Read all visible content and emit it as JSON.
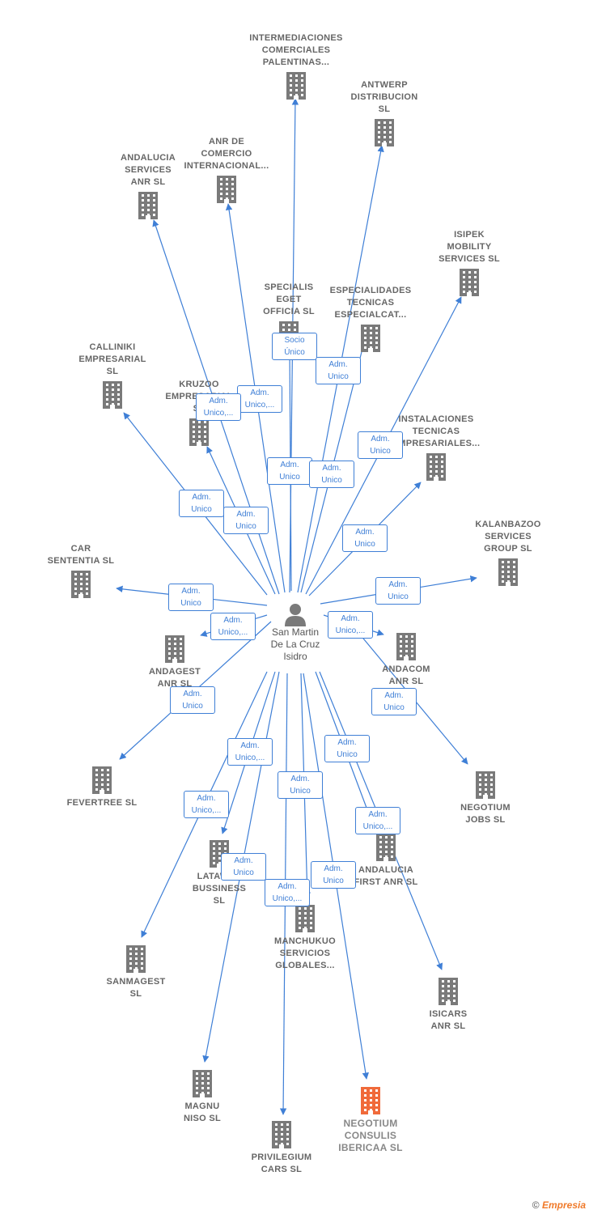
{
  "center": {
    "label": "San Martin\nDe La Cruz\nIsidro",
    "icon": "person-icon"
  },
  "colors": {
    "edge": "#3f7fd6",
    "building": "#7a7a7a",
    "highlight": "#f06a3a"
  },
  "nodes": [
    {
      "id": "intermediaciones",
      "label": "INTERMEDIACIONES\nCOMERCIALES\nPALENTINAS..."
    },
    {
      "id": "antwerp",
      "label": "ANTWERP\nDISTRIBUCION\nSL"
    },
    {
      "id": "anr-comercio",
      "label": "ANR DE\nCOMERCIO\nINTERNACIONAL..."
    },
    {
      "id": "andalucia-services",
      "label": "ANDALUCIA\nSERVICES\nANR SL"
    },
    {
      "id": "isipek",
      "label": "ISIPEK\nMOBILITY\nSERVICES SL"
    },
    {
      "id": "specialis",
      "label": "SPECIALIS\nEGET\nOFFICIA SL"
    },
    {
      "id": "especialidades",
      "label": "ESPECIALIDADES\nTECNICAS\nESPECIALCAT..."
    },
    {
      "id": "calliniki",
      "label": "CALLINIKI\nEMPRESARIAL\nSL"
    },
    {
      "id": "kruzoo",
      "label": "KRUZOO\nEMPRESARIAL\nSL"
    },
    {
      "id": "instalaciones",
      "label": "INSTALACIONES\nTECNICAS\nEMPRESARIALES..."
    },
    {
      "id": "kalanbazoo",
      "label": "KALANBAZOO\nSERVICES\nGROUP SL"
    },
    {
      "id": "car-sententia",
      "label": "CAR\nSENTENTIA SL"
    },
    {
      "id": "andagest",
      "label": "ANDAGEST\nANR SL"
    },
    {
      "id": "andacom",
      "label": "ANDACOM\nANR SL"
    },
    {
      "id": "fevertree",
      "label": "FEVERTREE SL"
    },
    {
      "id": "negotium-jobs",
      "label": "NEGOTIUM\nJOBS SL"
    },
    {
      "id": "latawer",
      "label": "LATAWER\nBUSSINESS\nSL"
    },
    {
      "id": "andalucia-first",
      "label": "ANDALUCIA\nFIRST ANR SL"
    },
    {
      "id": "manchukuo",
      "label": "MANCHUKUO\nSERVICIOS\nGLOBALES..."
    },
    {
      "id": "sanmagest",
      "label": "SANMAGEST\nSL"
    },
    {
      "id": "isicars",
      "label": "ISICARS\nANR SL"
    },
    {
      "id": "magnu",
      "label": "MAGNU\nNISO SL"
    },
    {
      "id": "negotium-consulis",
      "label": "NEGOTIUM\nCONSULIS\nIBERICAA SL"
    },
    {
      "id": "privilegium",
      "label": "PRIVILEGIUM\nCARS SL"
    }
  ],
  "edge_labels": [
    "Socio\nÚnico",
    "Adm.\nUnico",
    "Adm.\nUnico,...",
    "Adm.\nUnico,...",
    "Adm.\nUnico",
    "Adm.\nUnico",
    "Adm.\nUnico",
    "Adm.\nUnico",
    "Adm.\nUnico",
    "Adm.\nUnico",
    "Adm.\nUnico",
    "Adm.\nUnico",
    "Adm.\nUnico,...",
    "Adm.\nUnico,...",
    "Adm.\nUnico",
    "Adm.\nUnico",
    "Adm.\nUnico,...",
    "Adm.\nUnico",
    "Adm.\nUnico",
    "Adm.\nUnico,...",
    "Adm.\nUnico,...",
    "Adm.\nUnico",
    "Adm.\nUnico,...",
    "Adm.\nUnico"
  ],
  "footer": {
    "copyright": "©",
    "brand": "Empresia"
  }
}
